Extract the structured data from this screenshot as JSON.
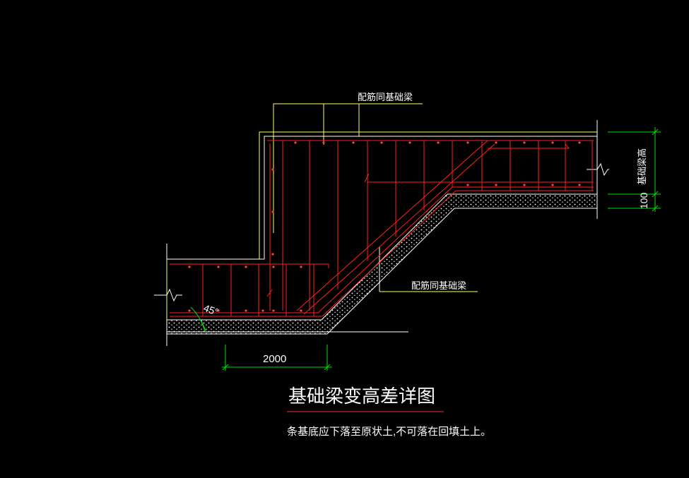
{
  "drawing": {
    "title": "基础梁变高差详图",
    "note": "条基底应下落至原状土,不可落在回填土上。",
    "labels": {
      "rebar_top": "配筋同基础梁",
      "rebar_mid": "配筋同基础梁",
      "beam_height": "基础梁高",
      "cushion_thickness": "100",
      "horizontal_dim": "2000",
      "angle": "45°"
    }
  },
  "colors": {
    "background": "#000000",
    "rebar": "#ff2020",
    "outline": "#ffffff",
    "leader": "#ffff66",
    "dimension": "#00e000",
    "title_underline": "#ff3030"
  }
}
